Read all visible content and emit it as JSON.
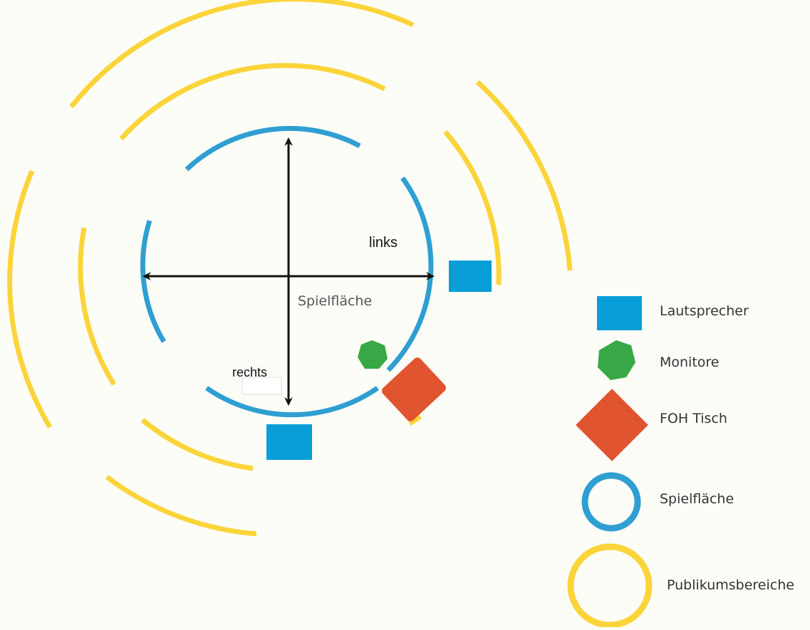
{
  "diagram": {
    "labels": {
      "left_direction": "links",
      "right_direction": "rechts",
      "center_area": "Spielfläche"
    }
  },
  "legend": {
    "items": [
      {
        "key": "speaker",
        "label": "Lautsprecher",
        "color": "#0a9ed8",
        "shape": "square"
      },
      {
        "key": "monitor",
        "label": "Monitore",
        "color": "#37a845",
        "shape": "hexagon"
      },
      {
        "key": "foh",
        "label": "FOH Tisch",
        "color": "#e0542f",
        "shape": "diamond"
      },
      {
        "key": "stage",
        "label": "Spielfläche",
        "color": "#2f9fd2",
        "shape": "ring"
      },
      {
        "key": "audience",
        "label": "Publikumsbereiche",
        "color": "#fbd43a",
        "shape": "ring"
      }
    ]
  },
  "colors": {
    "background": "#fdfdf8",
    "stage_ring": "#2f9fd2",
    "audience_ring": "#fbd43a",
    "arrows": "#111111"
  }
}
